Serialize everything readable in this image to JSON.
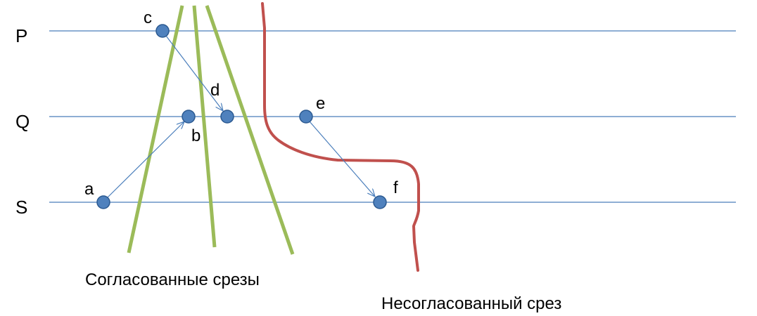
{
  "processes": [
    {
      "id": "P",
      "label": "P"
    },
    {
      "id": "Q",
      "label": "Q"
    },
    {
      "id": "S",
      "label": "S"
    }
  ],
  "events": [
    {
      "id": "a",
      "label": "a",
      "process": "S"
    },
    {
      "id": "b",
      "label": "b",
      "process": "Q"
    },
    {
      "id": "c",
      "label": "c",
      "process": "P"
    },
    {
      "id": "d",
      "label": "d",
      "process": "Q"
    },
    {
      "id": "e",
      "label": "e",
      "process": "Q"
    },
    {
      "id": "f",
      "label": "f",
      "process": "S"
    }
  ],
  "messages": [
    {
      "from": "a",
      "to": "b"
    },
    {
      "from": "c",
      "to": "d"
    },
    {
      "from": "e",
      "to": "f"
    }
  ],
  "captions": {
    "consistent": "Согласованные срезы",
    "inconsistent": "Несогласованный срез"
  },
  "colors": {
    "process_line": "#4a7ebb",
    "event_fill": "#4f81bd",
    "event_stroke": "#2c5a91",
    "consistent_cut": "#9bbb59",
    "inconsistent_cut": "#c0504d"
  }
}
